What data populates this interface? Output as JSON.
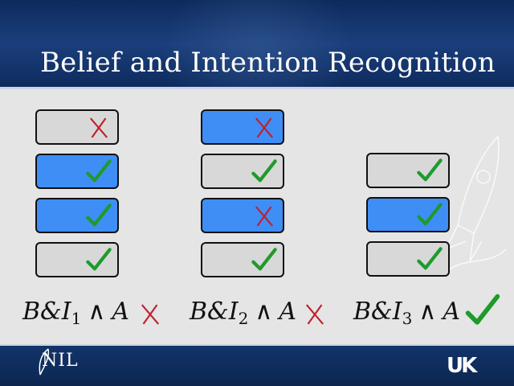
{
  "slide": {
    "title": "Belief and Intention Recognition"
  },
  "columns": [
    {
      "boxes": [
        {
          "fill": "gray",
          "mark": "cross"
        },
        {
          "fill": "blue",
          "mark": "check"
        },
        {
          "fill": "blue",
          "mark": "check"
        },
        {
          "fill": "gray",
          "mark": "check"
        }
      ],
      "formula": {
        "base": "B&I",
        "sub": "1",
        "op": "∧",
        "rhs": "A",
        "result": "cross"
      }
    },
    {
      "boxes": [
        {
          "fill": "blue",
          "mark": "cross"
        },
        {
          "fill": "gray",
          "mark": "check"
        },
        {
          "fill": "blue",
          "mark": "cross"
        },
        {
          "fill": "gray",
          "mark": "check"
        }
      ],
      "formula": {
        "base": "B&I",
        "sub": "2",
        "op": "∧",
        "rhs": "A",
        "result": "cross"
      }
    },
    {
      "boxes": [
        {
          "fill": "gray",
          "mark": "check"
        },
        {
          "fill": "blue",
          "mark": "check"
        },
        {
          "fill": "gray",
          "mark": "check"
        }
      ],
      "formula": {
        "base": "B&I",
        "sub": "3",
        "op": "∧",
        "rhs": "A",
        "result": "check"
      }
    }
  ],
  "footer": {
    "left_logo": "NIL",
    "right_logo": "UK"
  },
  "colors": {
    "header": "#1b3f7c",
    "box_blue": "#3f8ef5",
    "box_gray": "#d8d8d8",
    "check": "#1f9a2c",
    "cross": "#c0202a"
  }
}
